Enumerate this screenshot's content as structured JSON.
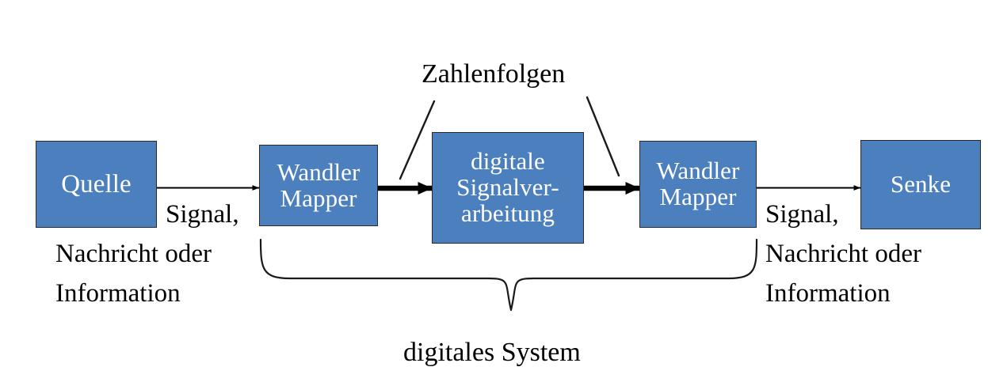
{
  "diagram": {
    "title_concepts": {
      "zahlenfolgen": "Zahlenfolgen",
      "digitales_system": "digitales System"
    },
    "colors": {
      "box_fill": "#4C7FBE",
      "box_border": "#2a2a2a",
      "box_text": "#ffffff",
      "label_text": "#000000",
      "background": "#ffffff"
    },
    "boxes": [
      {
        "id": "quelle",
        "lines": [
          "Quelle"
        ]
      },
      {
        "id": "wandler-left",
        "lines": [
          "Wandler",
          "Mapper"
        ]
      },
      {
        "id": "dsp",
        "lines": [
          "digitale",
          "Signalver-",
          "arbeitung"
        ]
      },
      {
        "id": "wandler-right",
        "lines": [
          "Wandler",
          "Mapper"
        ]
      },
      {
        "id": "senke",
        "lines": [
          "Senke"
        ]
      }
    ],
    "side_labels": {
      "left": {
        "line1": "Signal,",
        "line2": "Nachricht oder",
        "line3": "Information"
      },
      "right": {
        "line1": "Signal,",
        "line2": "Nachricht oder",
        "line3": "Information"
      }
    },
    "arrows": [
      {
        "id": "quelle-to-wandler-left",
        "style": "thin"
      },
      {
        "id": "wandler-left-to-dsp",
        "style": "thick"
      },
      {
        "id": "dsp-to-wandler-right",
        "style": "thick"
      },
      {
        "id": "wandler-right-to-senke",
        "style": "thin"
      }
    ],
    "leader_lines": [
      {
        "id": "zahlenfolgen-leader-left"
      },
      {
        "id": "zahlenfolgen-leader-right"
      }
    ],
    "brace": {
      "id": "digitales-system-brace",
      "spans": [
        "wandler-left",
        "dsp",
        "wandler-right"
      ]
    }
  }
}
